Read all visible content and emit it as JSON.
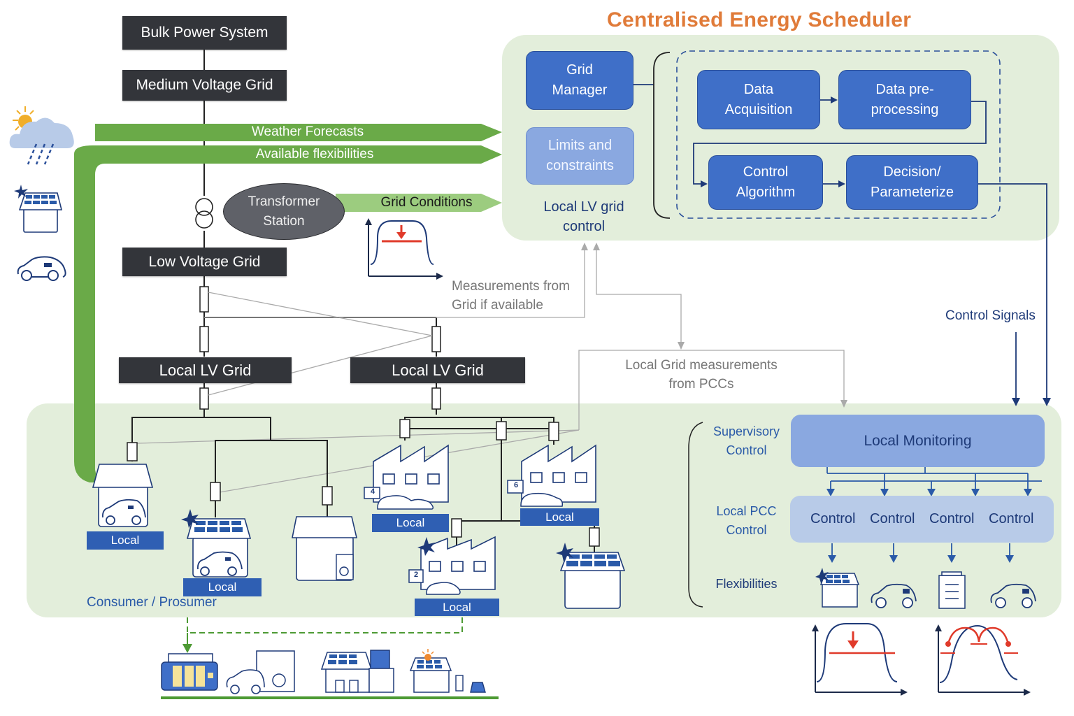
{
  "title": "Centralised Energy Scheduler",
  "grid_hierarchy": {
    "bulk": "Bulk Power System",
    "medium": "Medium Voltage Grid",
    "transformer": "Transformer\nStation",
    "low": "Low Voltage Grid",
    "local_lv_1": "Local LV Grid",
    "local_lv_2": "Local LV Grid"
  },
  "flows": {
    "weather": "Weather Forecasts",
    "flexibilities": "Available flexibilities",
    "grid_conditions": "Grid Conditions",
    "measurements_grid": "Measurements from\nGrid if available",
    "measurements_pcc": "Local Grid measurements\nfrom PCCs",
    "control_signals": "Control Signals"
  },
  "scheduler": {
    "grid_manager": "Grid\nManager",
    "limits": "Limits and\nconstraints",
    "caption": "Local LV grid\ncontrol",
    "data_acquisition": "Data\nAcquisition",
    "preprocessing": "Data pre-\nprocessing",
    "control_algorithm": "Control\nAlgorithm",
    "decision": "Decision/\nParameterize"
  },
  "consumer": {
    "caption": "Consumer / Prosumer",
    "local_labels": [
      "Local",
      "Local",
      "Local",
      "Local",
      "Local"
    ],
    "parking_numbers": [
      "4",
      "6",
      "2"
    ]
  },
  "local_control": {
    "supervisory": "Supervisory\nControl",
    "pcc": "Local PCC\nControl",
    "flex": "Flexibilities",
    "monitoring": "Local Monitoring",
    "controls": [
      "Control",
      "Control",
      "Control",
      "Control"
    ]
  },
  "colors": {
    "accent_orange": "#e07b39",
    "green_band": "#6aaa48",
    "light_green_band": "#9ccc7f",
    "dark_box": "#33353a",
    "blue_box": "#3f6fc8",
    "navy": "#1e3a78",
    "red": "#e03a2a"
  }
}
